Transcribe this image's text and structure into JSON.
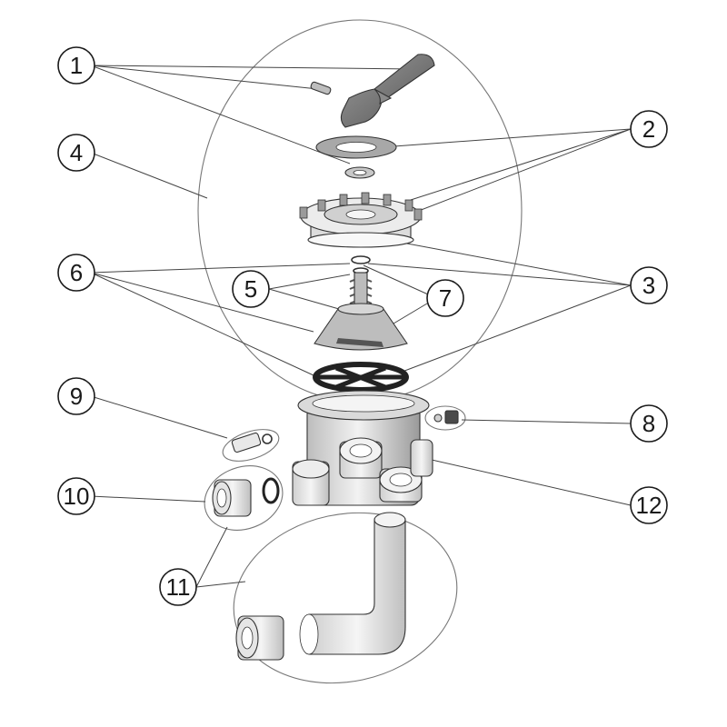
{
  "colors": {
    "outline": "#1a1a1a",
    "part_light": "#e6e6e6",
    "part_mid": "#bdbdbd",
    "part_dark": "#7a7a7a"
  },
  "callouts": [
    {
      "id": "1",
      "label": "1"
    },
    {
      "id": "2",
      "label": "2"
    },
    {
      "id": "3",
      "label": "3"
    },
    {
      "id": "4",
      "label": "4"
    },
    {
      "id": "5",
      "label": "5"
    },
    {
      "id": "6",
      "label": "6"
    },
    {
      "id": "7",
      "label": "7"
    },
    {
      "id": "8",
      "label": "8"
    },
    {
      "id": "9",
      "label": "9"
    },
    {
      "id": "10",
      "label": "10"
    },
    {
      "id": "11",
      "label": "11"
    },
    {
      "id": "12",
      "label": "12"
    }
  ]
}
